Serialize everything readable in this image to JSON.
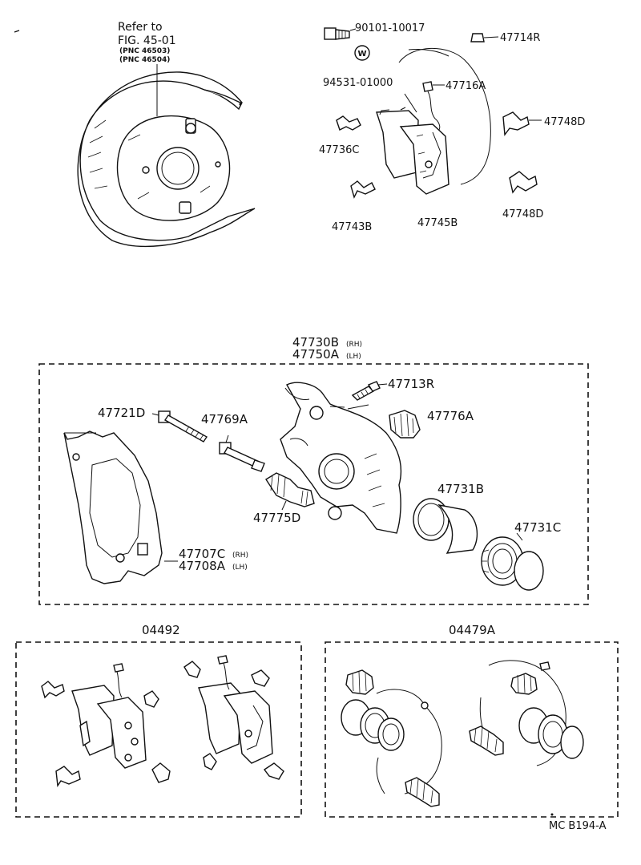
{
  "reference": {
    "line1": "Refer to",
    "line2": "FIG. 45-01",
    "line3": "(PNC 46503)",
    "line4": "(PNC 46504)"
  },
  "labels": {
    "p90101": "90101-10017",
    "p47714": "47714R",
    "w_symbol": "W",
    "p94531": "94531-01000",
    "p47716": "47716A",
    "p47748_top": "47748D",
    "p47736": "47736C",
    "p47748_bot": "47748D",
    "p47743": "47743B",
    "p47745": "47745B",
    "p47730_main": "47730B",
    "p47730_side": "(RH)",
    "p47750_main": "47750A",
    "p47750_side": "(LH)",
    "p47713": "47713R",
    "p47721": "47721D",
    "p47769": "47769A",
    "p47776": "47776A",
    "p47731b": "47731B",
    "p47775": "47775D",
    "p47731c": "47731C",
    "p47707_main": "47707C",
    "p47707_side": "(RH)",
    "p47708_main": "47708A",
    "p47708_side": "(LH)"
  },
  "kits": {
    "pad_kit": "04492",
    "seal_kit": "04479A"
  },
  "footer_code": "MC B194-A"
}
